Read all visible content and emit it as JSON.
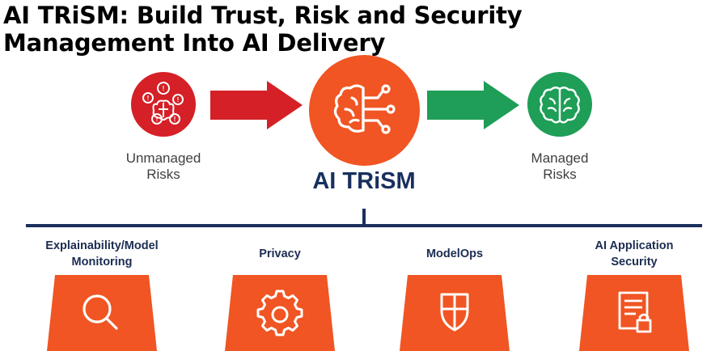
{
  "title": {
    "line1": "AI TRiSM: Build Trust, Risk and Security",
    "line2": "Management Into AI Delivery"
  },
  "flow": {
    "left": {
      "line1": "Unmanaged",
      "line2": "Risks",
      "icon": "brain-warning-icon",
      "color": "#d42026"
    },
    "center": {
      "label": "AI TRiSM",
      "icon": "brain-circuit-icon",
      "color": "#f05523"
    },
    "right": {
      "line1": "Managed",
      "line2": "Risks",
      "icon": "brain-icon",
      "color": "#1e9e57"
    },
    "arrow_left_color": "#d42026",
    "arrow_right_color": "#1e9e57"
  },
  "pillars": [
    {
      "line1": "Explainability/Model",
      "line2": "Monitoring",
      "icon": "search-icon"
    },
    {
      "line1": "Privacy",
      "line2": "",
      "icon": "gear-icon"
    },
    {
      "line1": "ModelOps",
      "line2": "",
      "icon": "shield-icon"
    },
    {
      "line1": "AI Application",
      "line2": "Security",
      "icon": "secure-server-icon"
    }
  ],
  "colors": {
    "navy": "#1b2f5c",
    "pillar_orange": "#f05523"
  }
}
